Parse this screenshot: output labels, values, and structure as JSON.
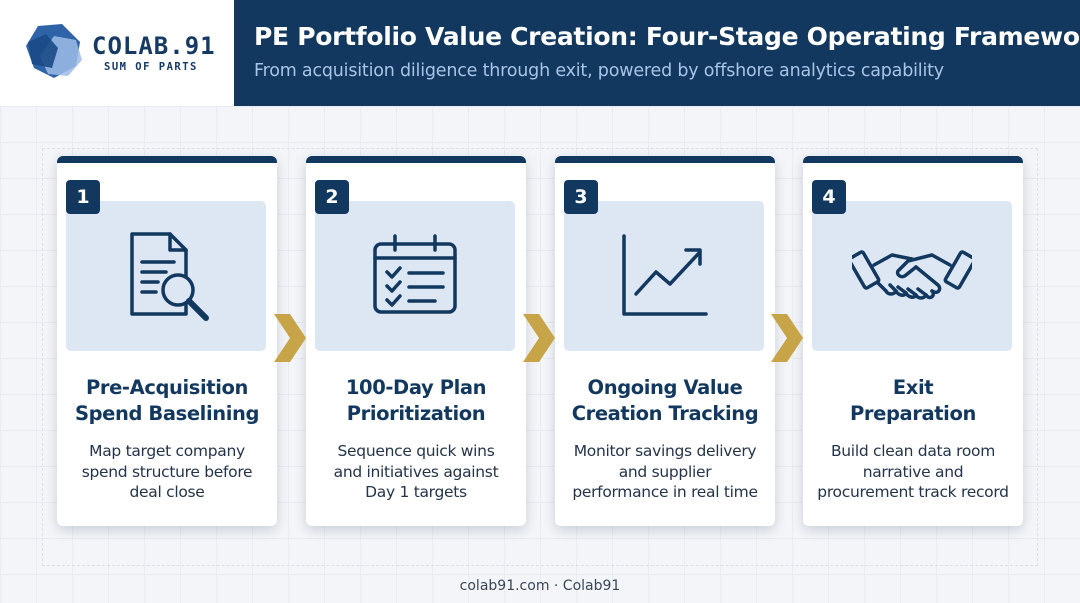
{
  "brand": {
    "name": "COLAB.91",
    "tagline": "SUM OF PARTS"
  },
  "header": {
    "title": "PE Portfolio Value Creation: Four-Stage Operating Framework",
    "subtitle": "From acquisition diligence through exit, powered by offshore analytics capability"
  },
  "stages": [
    {
      "number": "1",
      "icon": "document-search-icon",
      "title": "Pre-Acquisition\nSpend Baselining",
      "description": "Map target company\nspend structure before\ndeal close"
    },
    {
      "number": "2",
      "icon": "calendar-checklist-icon",
      "title": "100-Day Plan\nPrioritization",
      "description": "Sequence quick wins\nand initiatives against\nDay 1 targets"
    },
    {
      "number": "3",
      "icon": "line-chart-icon",
      "title": "Ongoing Value\nCreation Tracking",
      "description": "Monitor savings delivery\nand supplier\nperformance in real time"
    },
    {
      "number": "4",
      "icon": "handshake-icon",
      "title": "Exit\nPreparation",
      "description": "Build clean data room\nnarrative and\nprocurement track record"
    }
  ],
  "footer": {
    "text": "colab91.com · Colab91"
  },
  "colors": {
    "navy": "#12385f",
    "subtitle": "#a8c4e6",
    "panel": "#dde7f4",
    "arrow": "#c6a447"
  }
}
